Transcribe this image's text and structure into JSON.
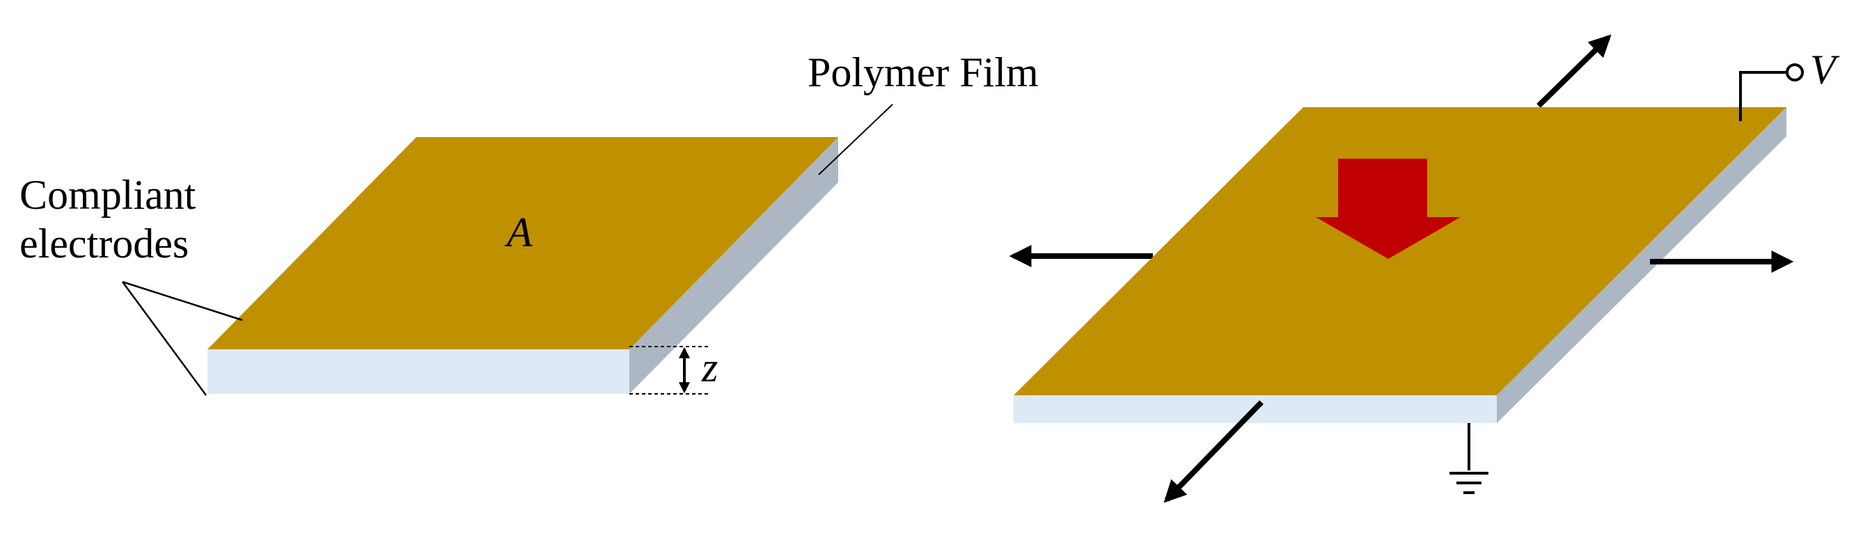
{
  "left_figure": {
    "label_polymer": "Polymer Film",
    "label_compliant_line1": "Compliant",
    "label_compliant_line2": "electrodes",
    "label_area": "A",
    "label_thickness": "z"
  },
  "right_figure": {
    "label_voltage": "V"
  },
  "colors": {
    "electrode_top": "#BF9100",
    "film_front": "#DDE9F5",
    "film_side": "#ADB7C4",
    "compression_arrow": "#C00000",
    "line": "#000000"
  }
}
